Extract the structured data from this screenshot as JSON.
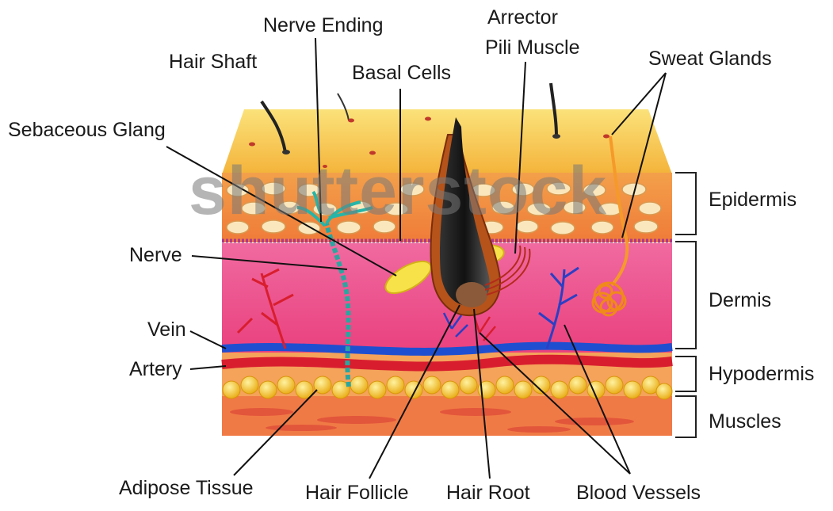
{
  "labels": {
    "nerve_ending": "Nerve Ending",
    "arrector_line1": "Arrector",
    "arrector_line2": "Pili Muscle",
    "hair_shaft": "Hair Shaft",
    "basal_cells": "Basal Cells",
    "sweat_glands": "Sweat Glands",
    "sebaceous": "Sebaceous Glang",
    "nerve": "Nerve",
    "vein": "Vein",
    "artery": "Artery",
    "adipose": "Adipose Tissue",
    "hair_follicle": "Hair Follicle",
    "hair_root": "Hair Root",
    "blood_vessels": "Blood Vessels"
  },
  "layers": {
    "epidermis": "Epidermis",
    "dermis": "Dermis",
    "hypodermis": "Hypodermis",
    "muscles": "Muscles"
  },
  "watermark": "shutterstock",
  "colors": {
    "surface": "#f6c94a",
    "epidermis": "#f08a3a",
    "dermis": "#ee5a93",
    "vein": "#1f4fd0",
    "artery": "#d81e2e",
    "fat": "#f3c21a",
    "muscle": "#f07a45"
  }
}
